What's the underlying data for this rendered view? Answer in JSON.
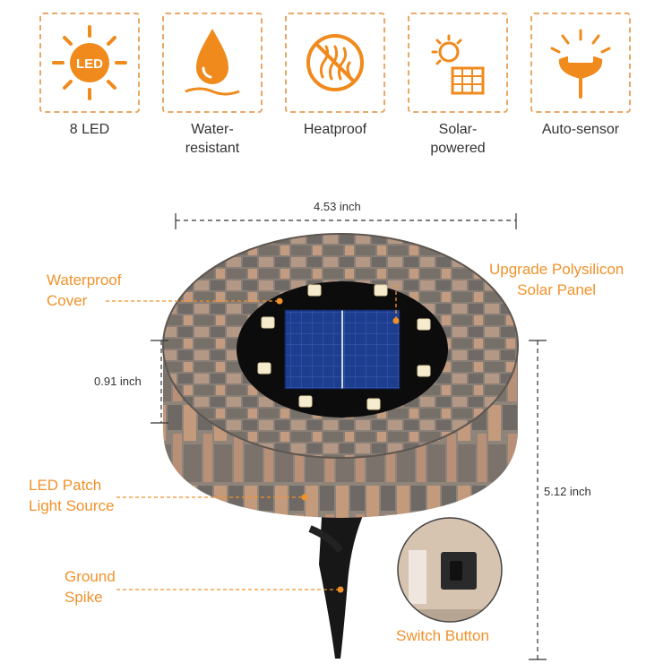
{
  "features": [
    {
      "icon": "led-sun-icon",
      "label": "8 LED",
      "badge": "LED"
    },
    {
      "icon": "water-drop-icon",
      "label": "Water-\nresistant"
    },
    {
      "icon": "heatproof-icon",
      "label": "Heatproof"
    },
    {
      "icon": "solar-panel-icon",
      "label": "Solar-\npowered"
    },
    {
      "icon": "auto-sensor-lamp-icon",
      "label": "Auto-sensor"
    }
  ],
  "dimensions": {
    "width": "4.53 inch",
    "height": "0.91 inch",
    "total_height": "5.12 inch"
  },
  "callouts": {
    "waterproof_cover": "Waterproof\nCover",
    "solar_panel": "Upgrade Polysilicon\nSolar Panel",
    "led_patch": "LED Patch\nLight Source",
    "ground_spike": "Ground\nSpike",
    "switch_button": "Switch Button"
  },
  "colors": {
    "accent": "#f0922b",
    "icon_orange": "#f08a1c",
    "frame_dashed": "#e8a867"
  }
}
